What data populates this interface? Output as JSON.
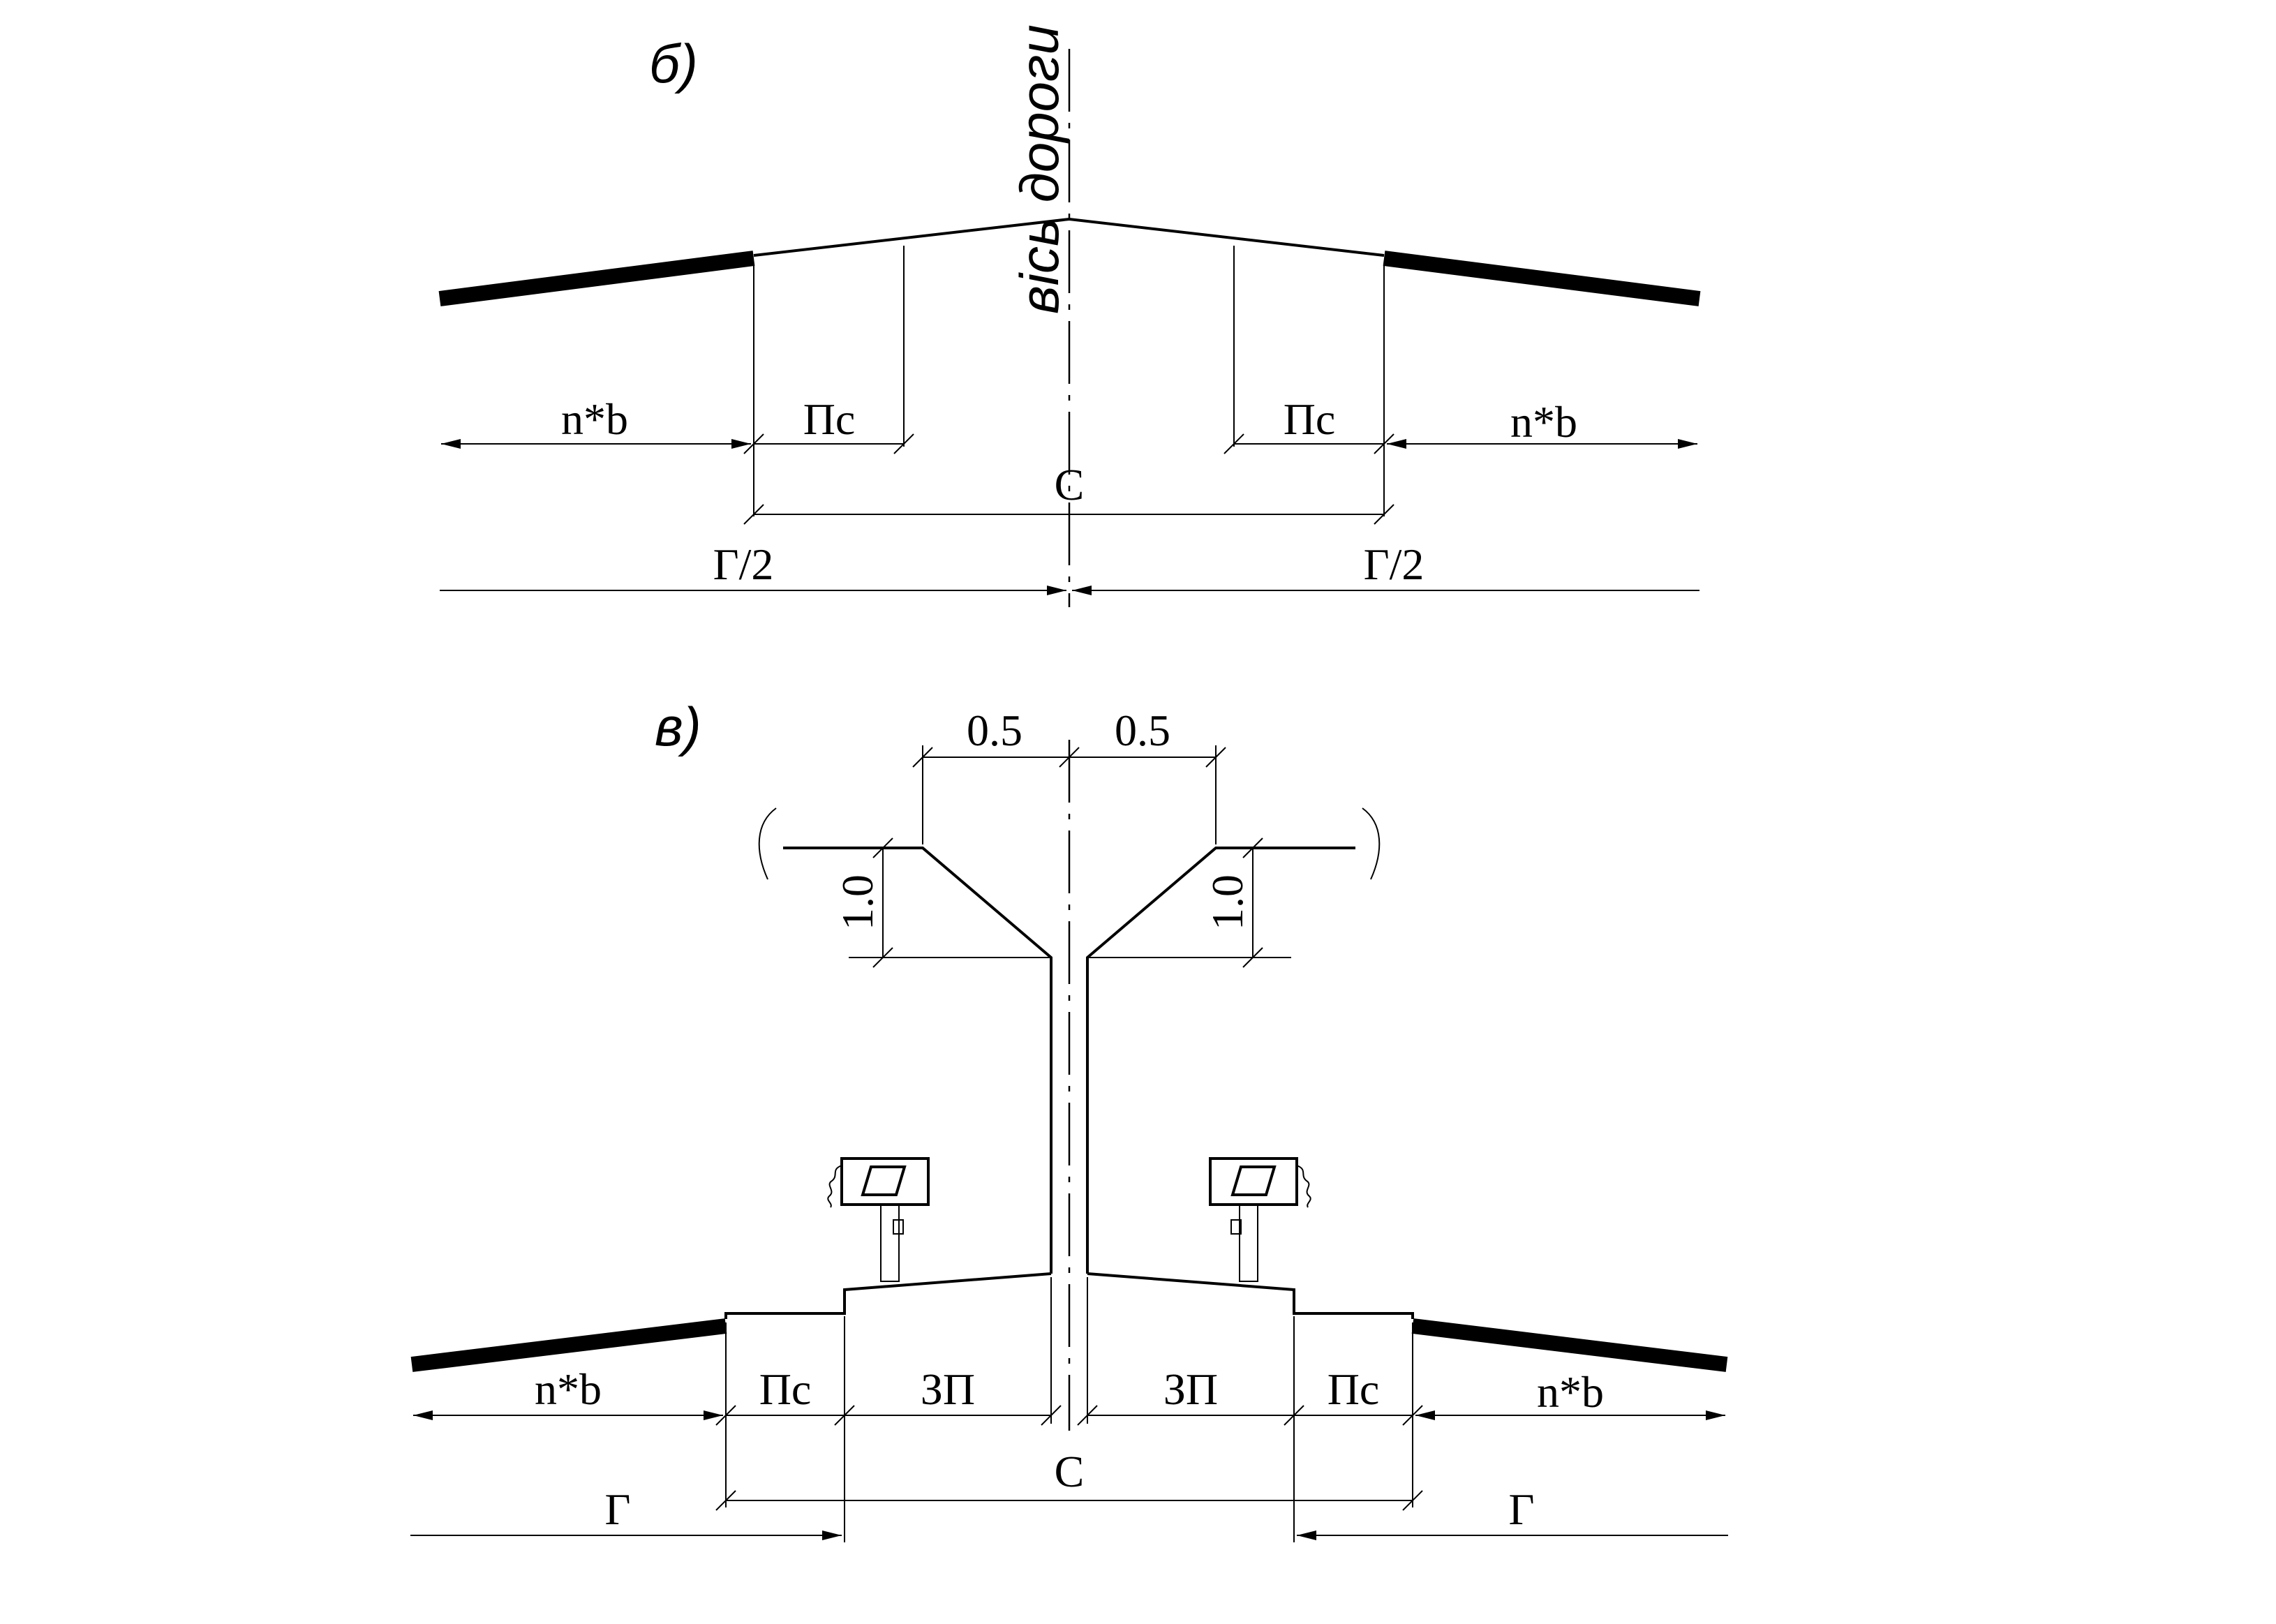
{
  "diagram_b": {
    "title": "б)",
    "axis_label": "вісь дороги",
    "dims": {
      "nb_left": "n*b",
      "pc_left": "Пс",
      "pc_right": "Пс",
      "nb_right": "n*b",
      "c": "С",
      "g2_left": "Г/2",
      "g2_right": "Г/2"
    }
  },
  "diagram_v": {
    "title": "в)",
    "dims": {
      "half_left": "0.5",
      "half_right": "0.5",
      "height_left": "1.0",
      "height_right": "1.0",
      "nb_left": "n*b",
      "pc_left": "Пс",
      "zp_left": "ЗП",
      "zp_right": "ЗП",
      "pc_right": "Пс",
      "nb_right": "n*b",
      "c": "С",
      "g_left": "Г",
      "g_right": "Г"
    }
  }
}
